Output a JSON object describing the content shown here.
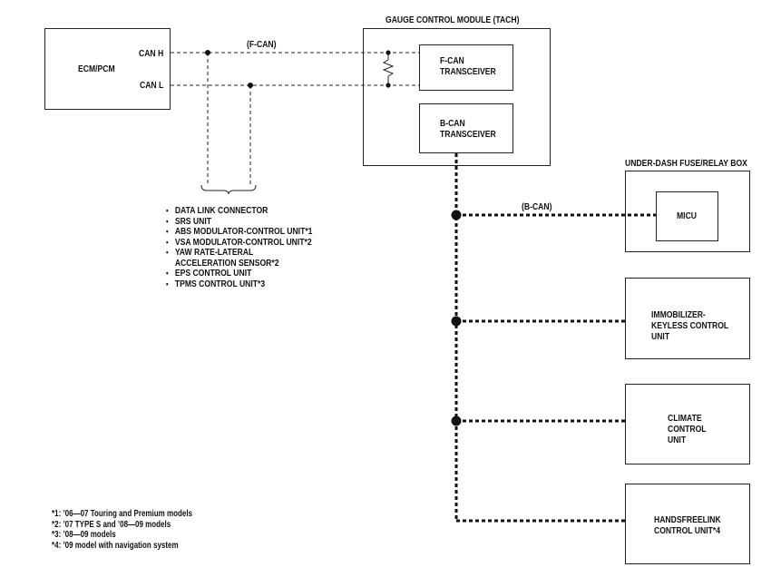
{
  "ecm": {
    "title": "ECM/PCM",
    "can_h": "CAN H",
    "can_l": "CAN L"
  },
  "fcan_label": "(F-CAN)",
  "gauge": {
    "title": "GAUGE CONTROL MODULE (TACH)",
    "fcan_transceiver": "F-CAN\nTRANSCEIVER",
    "bcan_transceiver": "B-CAN\nTRANSCEIVER"
  },
  "fuse_box": {
    "title": "UNDER-DASH FUSE/RELAY BOX",
    "micu": "MICU"
  },
  "bcan_label": "(B-CAN)",
  "units": [
    {
      "label": "IMMOBILIZER-\nKEYLESS CONTROL\nUNIT"
    },
    {
      "label": "CLIMATE\nCONTROL\nUNIT"
    },
    {
      "label": "HANDSFREELINK\nCONTROL UNIT*4"
    }
  ],
  "fcan_devices": [
    "DATA LINK CONNECTOR",
    "SRS UNIT",
    "ABS MODULATOR-CONTROL UNIT*1",
    "VSA MODULATOR-CONTROL UNIT*2",
    "YAW RATE-LATERAL\nACCELERATION SENSOR*2",
    "EPS CONTROL UNIT",
    "TPMS CONTROL UNIT*3"
  ],
  "footnotes": [
    "*1: ’06—07 Touring and Premium models",
    "*2: ’07 TYPE S and ’08—09 models",
    "*3: ’08—09 models",
    "*4: ’09 model with navigation system"
  ]
}
